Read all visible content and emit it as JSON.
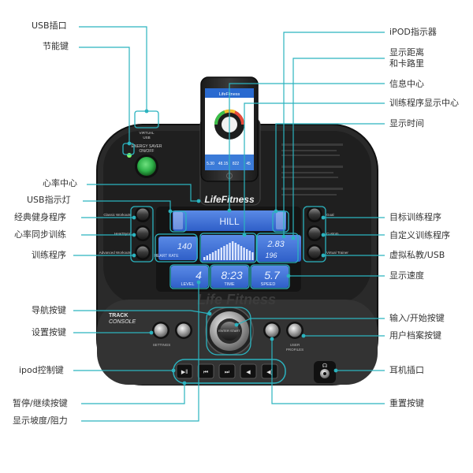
{
  "colors": {
    "console": "#2b2b2b",
    "console_edge": "#1a1a1a",
    "accent": "#2bb3bf",
    "lcd": "#3d6fd6",
    "lcd_dark": "#2854b8",
    "lcd_text": "#e8f0ff",
    "power_green": "#2fb24a",
    "label_text": "#333333"
  },
  "labels": {
    "usb_port": "USB插口",
    "power_save_key": "节能键",
    "hr_center": "心率中心",
    "usb_indicator": "USB指示灯",
    "classic_programs": "经典健身程序",
    "hr_sync_training": "心率同步训练",
    "training_programs": "训练程序",
    "navigation_keys": "导航按键",
    "settings_key": "设置按键",
    "ipod_control_keys": "ipod控制键",
    "pause_resume_key": "暂停/继续按键",
    "show_incline_resistance": "显示坡度/阻力",
    "ipod_indicator": "iPOD指示器",
    "show_distance_calories": "显示距离\n和卡路里",
    "message_center": "信息中心",
    "program_display_center": "训练程序显示中心",
    "show_time": "显示时间",
    "target_programs": "目标训练程序",
    "custom_programs": "自定义训练程序",
    "virtual_trainer_usb": "虚拟私教/USB",
    "show_speed": "显示速度",
    "enter_start_key": "输入/开始按键",
    "user_profiles_key": "用户档案按键",
    "headphone_jack": "耳机插口",
    "reset_key": "重置按键"
  },
  "console": {
    "brand": "LifeFitness",
    "watermark_brand": "Life Fitness",
    "model_line1": "TRACK",
    "model_line2": "CONSOLE",
    "power_caption": "ENERGY SAVER",
    "power_caption2": "ON/OFF",
    "usb_caption": "USB",
    "virtual_caption": "VIRTUAL",
    "left_button_labels": [
      "Classic Workouts",
      "HeartSync",
      "Advanced Workouts"
    ],
    "right_button_labels": [
      "Goal",
      "Custom",
      "Virtual Trainer"
    ],
    "settings_caption": "SETTINGS",
    "user_caption": "USER",
    "profiles_caption": "PROFILES",
    "enter_caption": "ENTER START"
  },
  "display": {
    "program_name": "HILL",
    "heart_rate": "140",
    "distance": "2.83",
    "calories": "196",
    "level": "4",
    "level_label": "LEVEL",
    "time": "8:23",
    "time_label": "TIME",
    "speed": "5.7",
    "speed_label": "SPEED",
    "heart_caption": "HEART RATE"
  },
  "phone": {
    "screen_title": "LifeFitness",
    "stats": [
      "5.30",
      "48.15",
      "822",
      "45"
    ]
  }
}
